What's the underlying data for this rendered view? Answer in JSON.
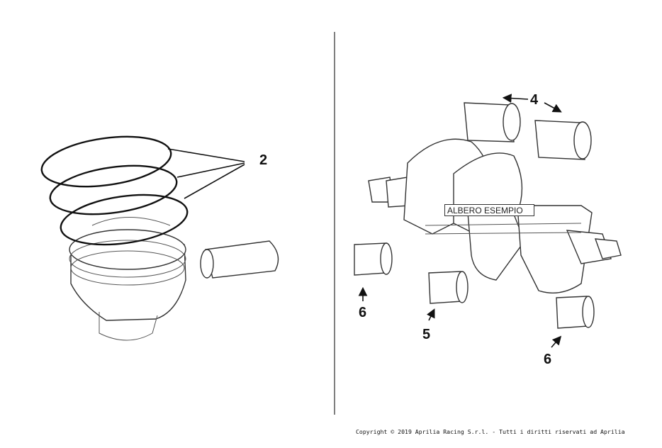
{
  "callouts": {
    "rings": "2",
    "main_bearings": "4",
    "conrod_bearing": "5",
    "bearing_left": "6",
    "bearing_right": "6"
  },
  "crankshaft_label": "ALBERO ESEMPIO",
  "copyright": "Copyright © 2019 Aprilia Racing S.r.l. - Tutti i diritti riservati ad Aprilia"
}
